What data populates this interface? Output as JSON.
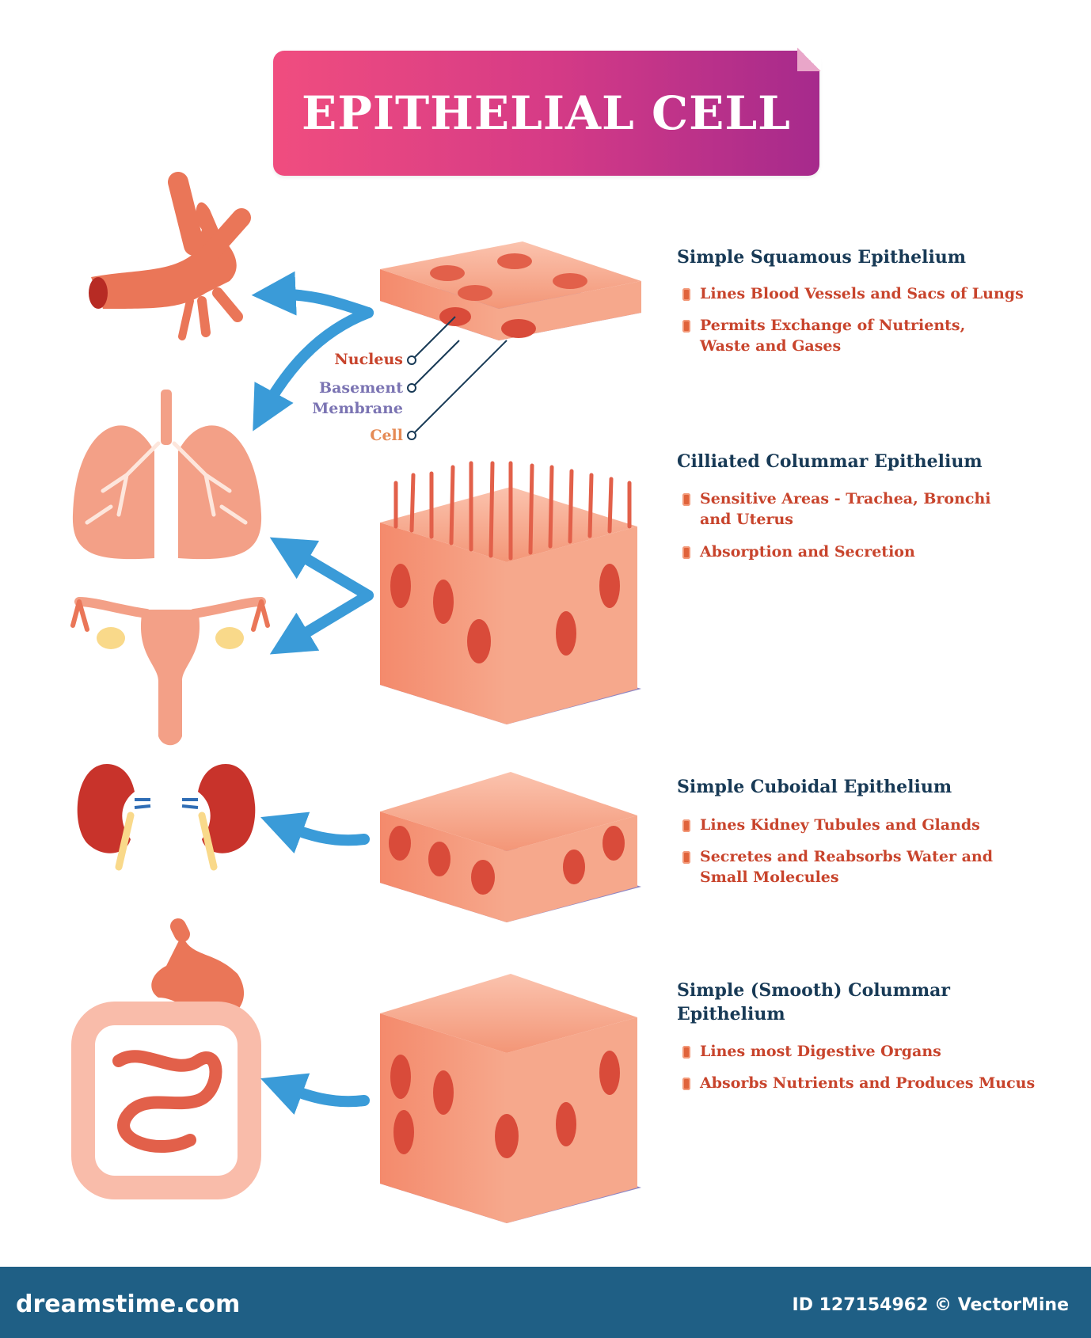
{
  "title": "EPITHELIAL CELL",
  "sections": [
    {
      "title": "Simple Squamous Epithelium",
      "bullets": [
        "Lines Blood Vessels and Sacs of Lungs",
        "Permits Exchange of Nutrients, Waste and Gases"
      ]
    },
    {
      "title": "Cilliated Colummar Epithelium",
      "bullets": [
        "Sensitive Areas - Trachea, Bronchi and Uterus",
        "Absorption and Secretion"
      ]
    },
    {
      "title": "Simple Cuboidal Epithelium",
      "bullets": [
        "Lines Kidney Tubules and Glands",
        "Secretes and Reabsorbs Water and Small Molecules"
      ]
    },
    {
      "title": "Simple (Smooth) Colummar Epithelium",
      "bullets": [
        "Lines most Digestive Organs",
        "Absorbs Nutrients and Produces Mucus"
      ]
    }
  ],
  "labels": {
    "nucleus": "Nucleus",
    "basement_membrane": "Basement Membrane",
    "cell": "Cell"
  },
  "footer": {
    "site": "dreamstime.com",
    "credit": "ID 127154962 © VectorMine"
  },
  "colors": {
    "banner_start": "#f04d7f",
    "banner_end": "#a62a8c",
    "section_title": "#183a56",
    "bullet_text": "#c8442c",
    "arrow": "#3a9bd8",
    "footer": "#1f5f85"
  }
}
